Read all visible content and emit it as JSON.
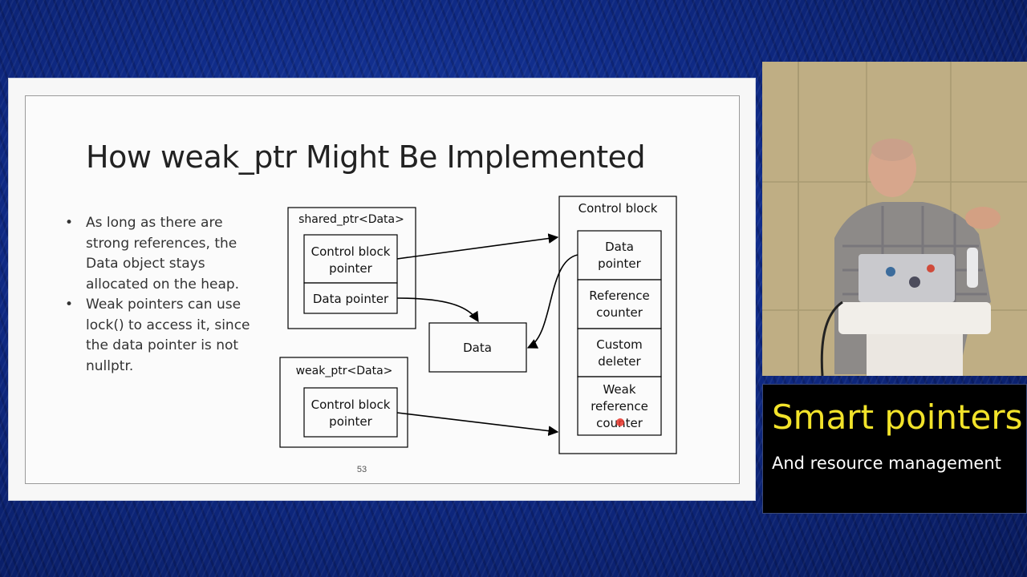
{
  "slide": {
    "title": "How weak_ptr Might Be Implemented",
    "bullets": [
      "As long as there are strong references, the Data object stays allocated on the heap.",
      "Weak pointers can use lock() to access it, since the data pointer is not nullptr."
    ],
    "page_number": "53"
  },
  "diagram": {
    "shared_ptr": {
      "title": "shared_ptr<Data>",
      "control_block_pointer": [
        "Control block",
        "pointer"
      ],
      "data_pointer": "Data pointer"
    },
    "weak_ptr": {
      "title": "weak_ptr<Data>",
      "control_block_pointer": [
        "Control block",
        "pointer"
      ]
    },
    "data_object": "Data",
    "control_block": {
      "title": "Control block",
      "data_pointer": [
        "Data",
        "pointer"
      ],
      "reference_counter": [
        "Reference",
        "counter"
      ],
      "custom_deleter": [
        "Custom",
        "deleter"
      ],
      "weak_reference_counter": [
        "Weak",
        "reference",
        "counter"
      ]
    }
  },
  "lower_third": {
    "title": "Smart pointers",
    "subtitle": "And resource management",
    "title_color": "#f2e32a",
    "subtitle_color": "#ffffff"
  },
  "background_color": "#0f2a86"
}
